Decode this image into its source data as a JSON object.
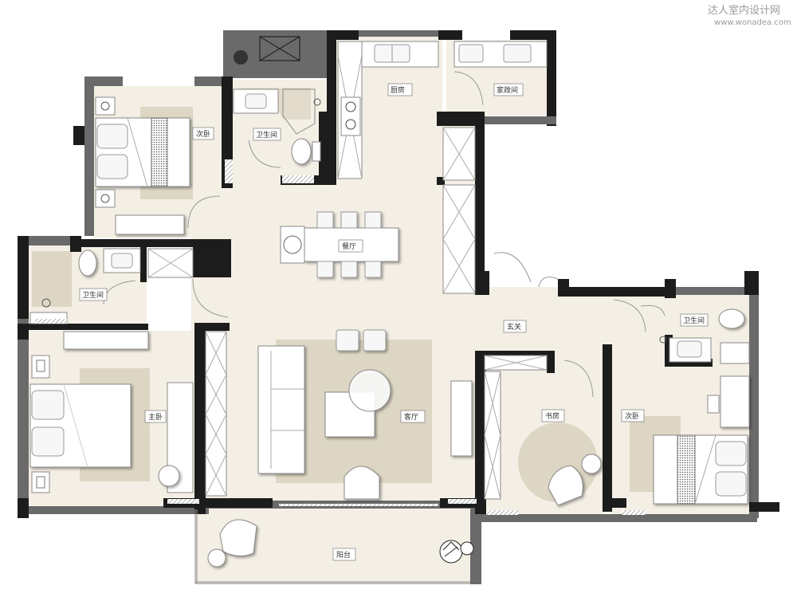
{
  "watermark": {
    "line1": "达人室内设计网",
    "line2": "www.wonadea.com"
  },
  "rooms": {
    "kitchen": "厨房",
    "utility": "家政间",
    "bath_main": "卫生间",
    "second_bedroom_nw": "次卧",
    "dining": "餐厅",
    "bath_west": "卫生间",
    "master_bedroom": "主卧",
    "living": "客厅",
    "entrance": "玄关",
    "bath_east": "卫生间",
    "study": "书房",
    "second_bedroom_se": "次卧",
    "balcony": "阳台"
  },
  "colors": {
    "floor": "#f4efe4",
    "rug": "#ddd6c4",
    "wall": "#1c1c1c",
    "wall_grey": "#6a6a6a"
  }
}
